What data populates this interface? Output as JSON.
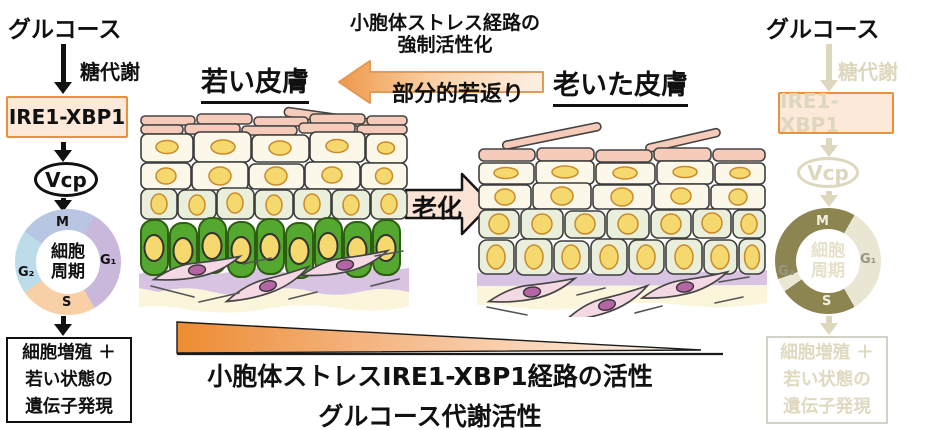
{
  "left_pathway": {
    "glucose_label": "グルコース",
    "metabolism_label": "糖代謝",
    "ire1_xbp1_label": "IRE1-XBP1",
    "vcp_label": "Vcp",
    "cell_cycle_line1": "細胞",
    "cell_cycle_line2": "周期",
    "result_line1": "細胞増殖 ＋",
    "result_line2": "若い状態の",
    "result_line3": "遺伝子発現"
  },
  "right_pathway": {
    "glucose_label": "グルコース",
    "metabolism_label": "糖代謝",
    "ire1_xbp1_label": "IRE1-XBP1",
    "vcp_label": "Vcp",
    "cell_cycle_line1": "細胞",
    "cell_cycle_line2": "周期",
    "result_line1": "細胞増殖 ＋",
    "result_line2": "若い状態の",
    "result_line3": "遺伝子発現"
  },
  "phase_labels": {
    "m": "M",
    "g1": "G₁",
    "s": "S",
    "g2": "G₂"
  },
  "center": {
    "er_stress_line1": "小胞体ストレス経路の",
    "er_stress_line2": "強制活性化",
    "rejuvenation_label": "部分的若返り",
    "young_skin_label": "若い皮膚",
    "old_skin_label": "老いた皮膚",
    "aging_label": "老化",
    "axis_line1": "小胞体ストレスIRE1-XBP1経路の活性",
    "axis_line2": "グルコース代謝活性"
  },
  "colors": {
    "accent_orange": "#E8923E",
    "pathway_box_fill": "#FCE9D9",
    "faded_beige": "#DDD7BD",
    "faded_olive": "#8C8550",
    "aging_arrow_fill": "#FBE3D6",
    "wedge_gradient_start": "#ED8C32",
    "wedge_gradient_end": "#FDF4EC",
    "cycle_m": "#B9C6E3",
    "cycle_g1": "#C9B8DC",
    "cycle_s": "#F9CFA5",
    "cycle_g2": "#BCDCEA",
    "skin_corneum_pink": "#F6CBBA",
    "skin_cream_cell": "#FBF8EA",
    "skin_pale_green_cell": "#E9EFDA",
    "skin_basal_green": "#55A82F",
    "nucleus_yellow": "#F6D96E",
    "basement_membrane_purple": "#D9C3E3",
    "dermis_cream": "#FBF5DC",
    "fibroblast_pink": "#F4D9E4",
    "fibroblast_nucleus": "#B565A3"
  }
}
